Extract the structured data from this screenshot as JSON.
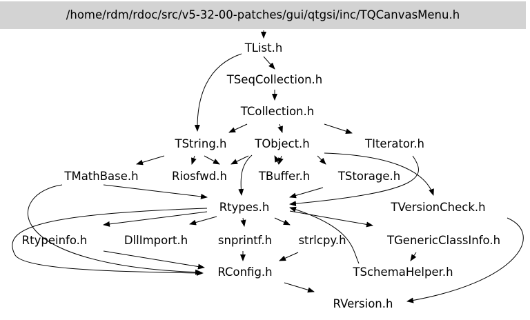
{
  "graph": {
    "root": "/home/rdm/rdoc/src/v5-32-00-patches/gui/qtgsi/inc/TQCanvasMenu.h",
    "root_fill": "#d3d3d3",
    "edge_color": "#000000",
    "nodes": {
      "tlist": "TList.h",
      "tseqcollection": "TSeqCollection.h",
      "tcollection": "TCollection.h",
      "tstring": "TString.h",
      "tobject": "TObject.h",
      "titerator": "TIterator.h",
      "tmathbase": "TMathBase.h",
      "riosfwd": "Riosfwd.h",
      "tbuffer": "TBuffer.h",
      "tstorage": "TStorage.h",
      "rtypes": "Rtypes.h",
      "tversioncheck": "TVersionCheck.h",
      "rtypeinfo": "Rtypeinfo.h",
      "dllimport": "DllImport.h",
      "snprintf": "snprintf.h",
      "strlcpy": "strlcpy.h",
      "tgenericclassinfo": "TGenericClassInfo.h",
      "rconfig": "RConfig.h",
      "tschemahelper": "TSchemaHelper.h",
      "rversion": "RVersion.h"
    }
  }
}
